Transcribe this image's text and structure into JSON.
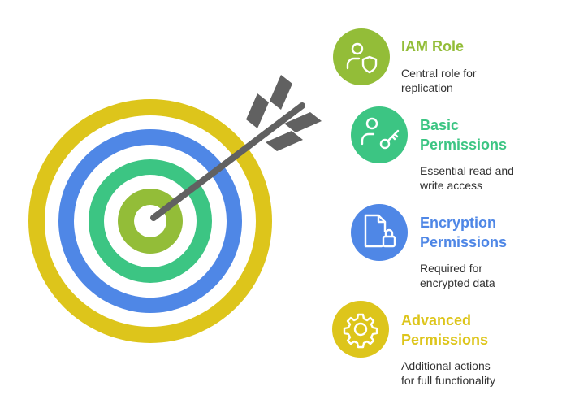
{
  "colors": {
    "iam": "#93BD38",
    "basic": "#3CC583",
    "encryption": "#4F87E6",
    "advanced": "#DDC51B",
    "arrow": "#616161"
  },
  "items": [
    {
      "icon": "user-shield-icon",
      "title_lines": [
        "IAM Role"
      ],
      "desc_lines": [
        "Central role for",
        "replication"
      ]
    },
    {
      "icon": "user-key-icon",
      "title_lines": [
        "Basic",
        "Permissions"
      ],
      "desc_lines": [
        "Essential read and",
        "write access"
      ]
    },
    {
      "icon": "file-lock-icon",
      "title_lines": [
        "Encryption",
        "Permissions"
      ],
      "desc_lines": [
        "Required for",
        "encrypted data"
      ]
    },
    {
      "icon": "gear-icon",
      "title_lines": [
        "Advanced",
        "Permissions"
      ],
      "desc_lines": [
        "Additional actions",
        "for full functionality"
      ]
    }
  ]
}
